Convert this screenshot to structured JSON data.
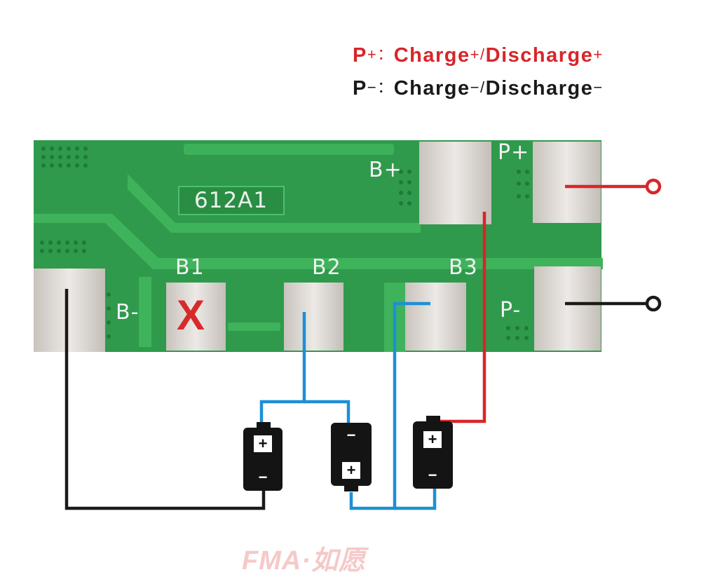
{
  "legend": {
    "line1": {
      "prefix": "P",
      "prefix_sign": "+",
      "colon": "：",
      "charge": "Charge",
      "charge_sign": "+",
      "slash": "/",
      "discharge": "Discharge",
      "discharge_sign": "+"
    },
    "line2": {
      "prefix": "P",
      "prefix_sign": "−",
      "colon": "：",
      "charge": "Charge",
      "charge_sign": "−",
      "slash": "/",
      "discharge": "Discharge",
      "discharge_sign": "−"
    }
  },
  "board": {
    "part_code": "612A1",
    "pads": {
      "b_plus": "B+",
      "p_plus": "P+",
      "p_minus": "P-",
      "b_minus": "B-",
      "b1": "B1",
      "b2": "B2",
      "b3": "B3"
    },
    "unused_mark": "X"
  },
  "batteries": [
    {
      "top_sign": "+",
      "bottom_sign": "−"
    },
    {
      "top_sign": "−",
      "bottom_sign": "+"
    },
    {
      "top_sign": "+",
      "bottom_sign": "−"
    }
  ],
  "wire_colors": {
    "positive": "#d7262a",
    "negative": "#1a1a1a",
    "balance": "#1e8fd6"
  },
  "watermark": "FMA·如愿"
}
